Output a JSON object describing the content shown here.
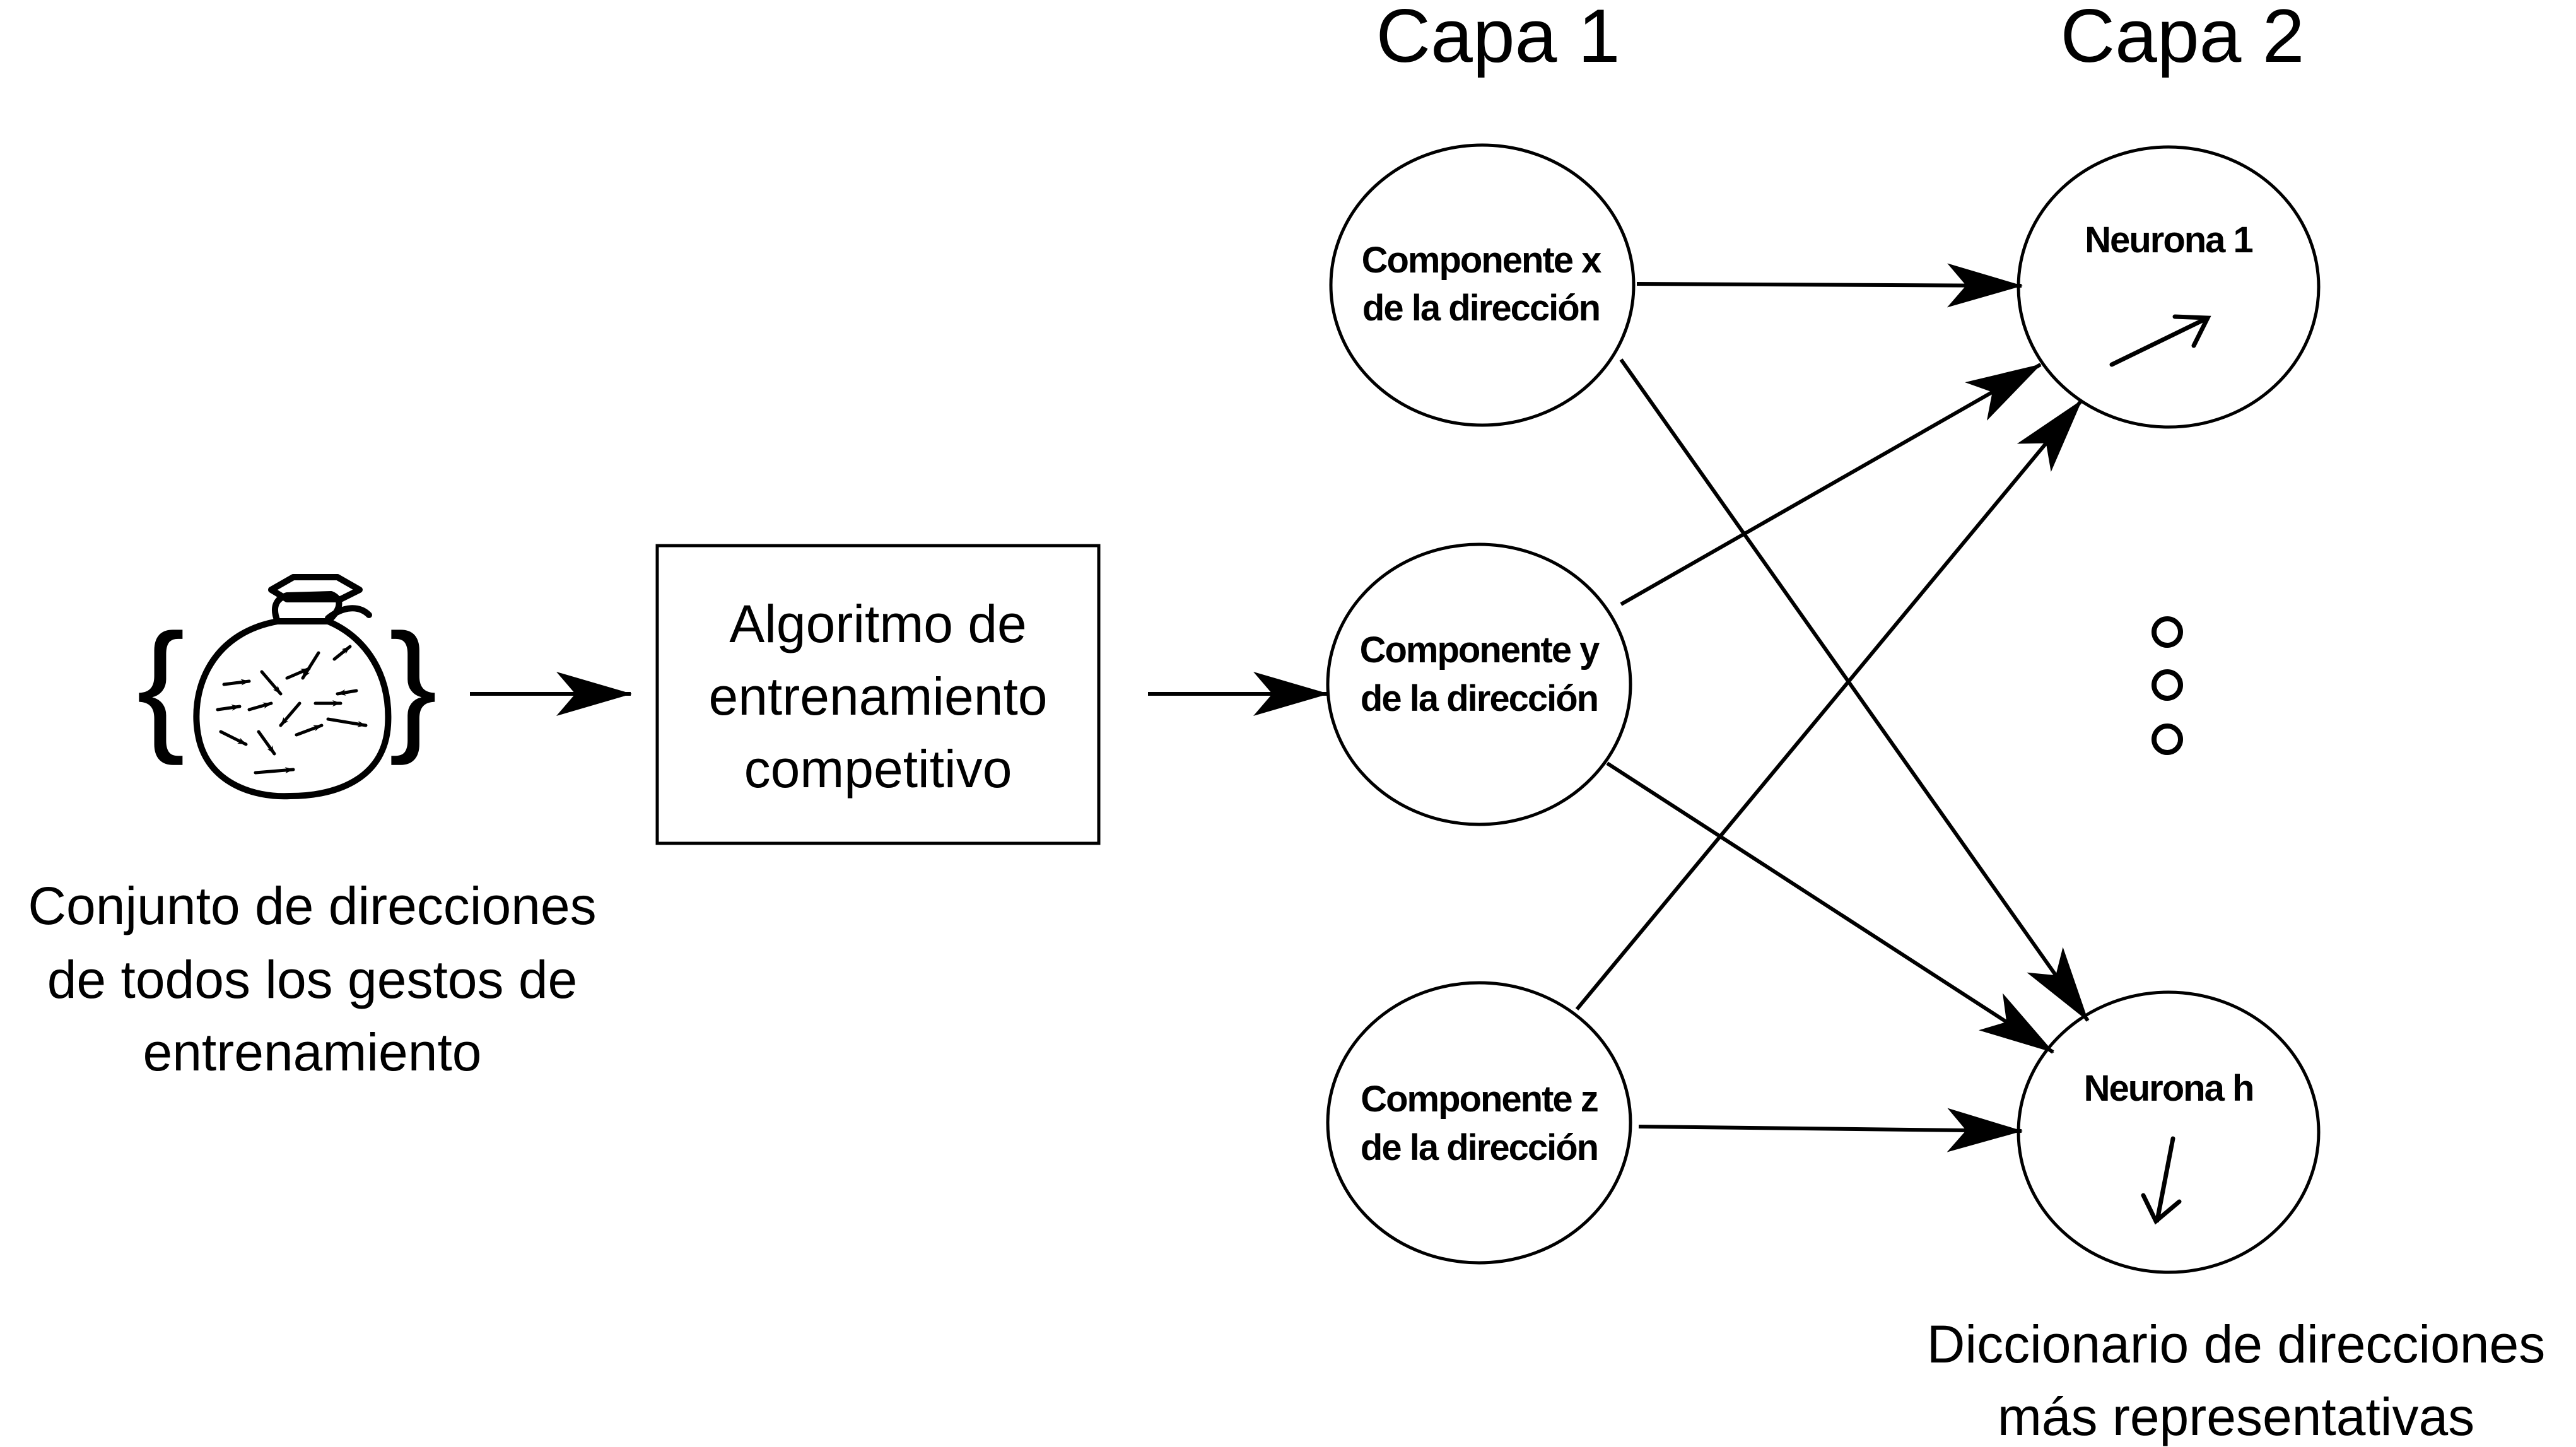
{
  "layers": {
    "layer1_title": "Capa 1",
    "layer2_title": "Capa 2"
  },
  "input_set": {
    "open_brace": "{",
    "close_brace": "}",
    "caption": [
      "Conjunto de direcciones",
      "de todos los gestos de",
      "entrenamiento"
    ]
  },
  "algorithm": {
    "lines": [
      "Algoritmo de",
      "entrenamiento",
      "competitivo"
    ]
  },
  "inputs": [
    {
      "lines": [
        "Componente x",
        "de la dirección"
      ]
    },
    {
      "lines": [
        "Componente y",
        "de la dirección"
      ]
    },
    {
      "lines": [
        "Componente z",
        "de la dirección"
      ]
    }
  ],
  "neurons": [
    {
      "label": "Neurona  1"
    },
    {
      "label": "Neurona  h"
    }
  ],
  "dictionary_caption": [
    "Diccionario de direcciones",
    "más representativas"
  ]
}
